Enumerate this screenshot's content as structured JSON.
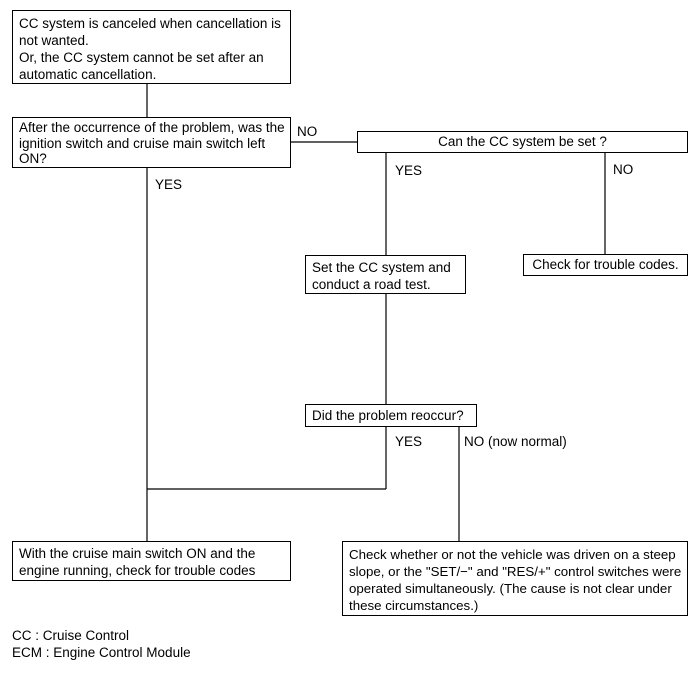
{
  "boxes": {
    "start": [
      "CC system is canceled when cancellation is",
      "not wanted.",
      "Or, the CC system cannot be set after an",
      "automatic cancellation."
    ],
    "q_switch_on": [
      "After the occurrence of the problem, was the",
      "ignition switch and cruise main switch left",
      "ON?"
    ],
    "q_can_set": "Can the CC system be set ?",
    "set_and_test": [
      "Set the CC system and",
      "conduct a road test."
    ],
    "check_codes": "Check for trouble codes.",
    "q_reoccur": "Did the problem reoccur?",
    "check_codes_engine": [
      "With the cruise main switch ON and the",
      "engine running, check for trouble codes"
    ],
    "check_slope": [
      "Check whether or not the vehicle was driven on a steep",
      "slope, or the \"SET/−\" and \"RES/+\" control switches were",
      "operated simultaneously. (The cause is not clear under",
      "these circumstances.)"
    ]
  },
  "labels": {
    "switch_no": "NO",
    "switch_yes": "YES",
    "can_set_yes": "YES",
    "can_set_no": "NO",
    "reoccur_yes": "YES",
    "reoccur_no": "NO (now normal)"
  },
  "legend": [
    "CC : Cruise Control",
    "ECM : Engine Control Module"
  ]
}
